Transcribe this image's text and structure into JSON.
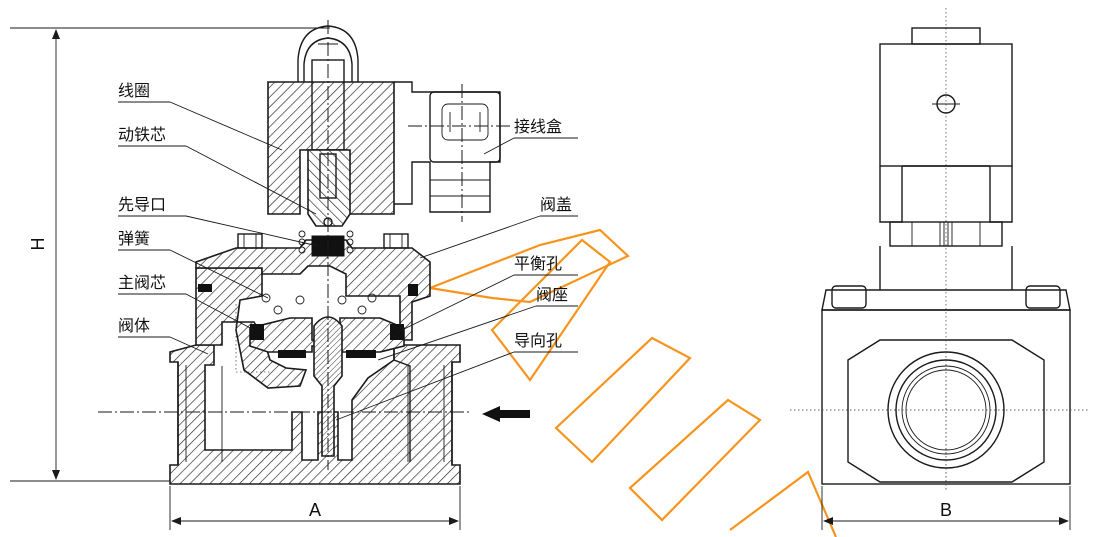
{
  "labels": {
    "coil": "线圈",
    "plunger": "动铁芯",
    "pilot_port": "先导口",
    "spring": "弹簧",
    "main_spool": "主阀芯",
    "valve_body": "阀体",
    "junction_box": "接线盒",
    "bonnet": "阀盖",
    "balance_hole": "平衡孔",
    "valve_seat": "阀座",
    "guide_hole": "导向孔"
  },
  "dimensions": {
    "height": "H",
    "length": "A",
    "width": "B"
  },
  "colors": {
    "line": "#1a1a1a",
    "watermark": "#f7941d"
  }
}
